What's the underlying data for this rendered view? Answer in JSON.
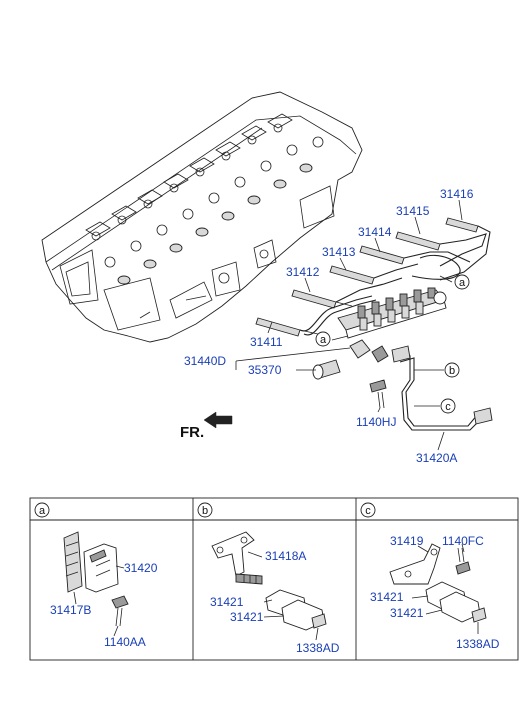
{
  "direction_label": "FR.",
  "callouts": {
    "a": "a",
    "b": "b",
    "c": "c"
  },
  "main_labels": {
    "p31416": "31416",
    "p31415": "31415",
    "p31414": "31414",
    "p31413": "31413",
    "p31412": "31412",
    "p31411": "31411",
    "p31440d": "31440D",
    "p35370": "35370",
    "p1140hj": "1140HJ",
    "p31420a": "31420A"
  },
  "panel_a": {
    "header": "a",
    "p31420": "31420",
    "p31417b": "31417B",
    "p1140aa": "1140AA"
  },
  "panel_b": {
    "header": "b",
    "p31418a": "31418A",
    "p31421_1": "31421",
    "p31421_2": "31421",
    "p1338ad": "1338AD"
  },
  "panel_c": {
    "header": "c",
    "p31419": "31419",
    "p1140fc": "1140FC",
    "p31421_1": "31421",
    "p31421_2": "31421",
    "p1338ad": "1338AD"
  },
  "colors": {
    "label": "#1a3fb5",
    "line": "#222222"
  }
}
